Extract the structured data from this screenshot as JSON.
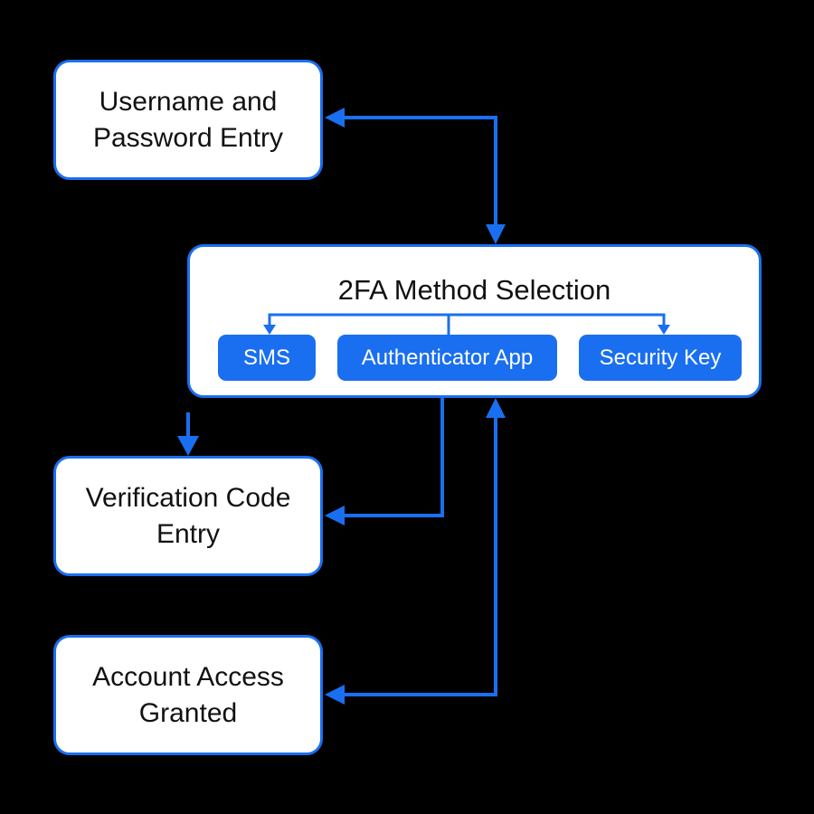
{
  "nodes": {
    "credentials": "Username and\nPassword Entry",
    "method_selection": {
      "title": "2FA Method Selection",
      "options": [
        "SMS",
        "Authenticator App",
        "Security Key"
      ]
    },
    "verification": "Verification Code\nEntry",
    "access": "Account Access\nGranted"
  },
  "colors": {
    "background": "#000000",
    "accent": "#1a6ff0",
    "node_fill": "#ffffff",
    "text": "#111111"
  }
}
